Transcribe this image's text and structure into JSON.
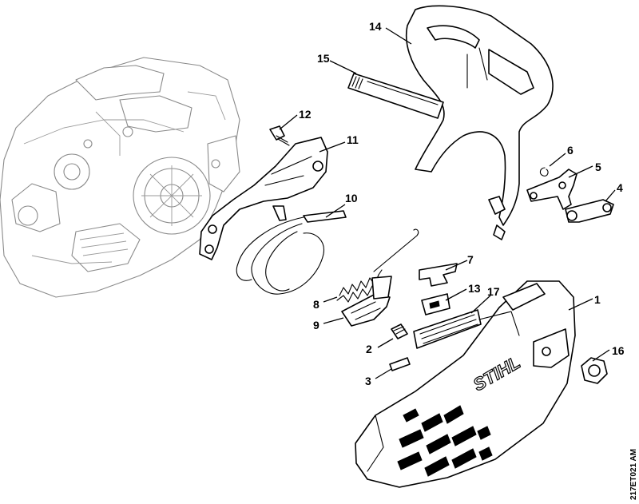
{
  "callouts": {
    "c1": "1",
    "c2": "2",
    "c3": "3",
    "c4": "4",
    "c5": "5",
    "c6": "6",
    "c7": "7",
    "c8": "8",
    "c9": "9",
    "c10": "10",
    "c11": "11",
    "c12": "12",
    "c13": "13",
    "c14": "14",
    "c15": "15",
    "c16": "16",
    "c17": "17"
  },
  "brand_logo": "STIHL",
  "drawing_reference": "217ET021 AM",
  "colors": {
    "line": "#000000",
    "engine_line": "#8a8a8a",
    "background": "#ffffff"
  }
}
